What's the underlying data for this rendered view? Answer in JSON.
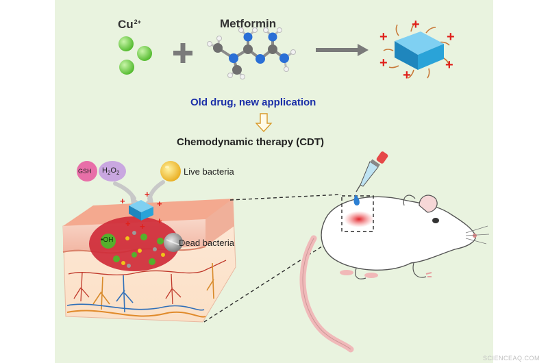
{
  "labels": {
    "cu_main": "Cu",
    "cu_charge": "2+",
    "metformin": "Metformin",
    "subtitle": "Old drug, new application",
    "therapy": "Chemodynamic therapy (CDT)",
    "gsh": "GSH",
    "h2o2_h": "H",
    "h2o2_2a": "2",
    "h2o2_o": "O",
    "h2o2_2b": "2",
    "live": "Live bacteria",
    "dead": "Dead bacteria",
    "oh": "•OH",
    "oh_small": "•OH"
  },
  "colors": {
    "background": "#e9f3df",
    "copper_ion": "#7ed957",
    "nanoparticle": "#2aa3d8",
    "plus_sign": "#e0201b",
    "subtitle_text": "#1b2fa8",
    "arrow_outline": "#d89a2a",
    "gsh_bubble": "#e86fa8",
    "h2o2_bubble": "#c9a7e0",
    "live_bacteria": "#f2c21b",
    "dead_bacteria": "#9a9a9a",
    "infection": "#d9333f",
    "skin": "#f6c9b8"
  },
  "watermark": "SCIENCEAQ.COM"
}
